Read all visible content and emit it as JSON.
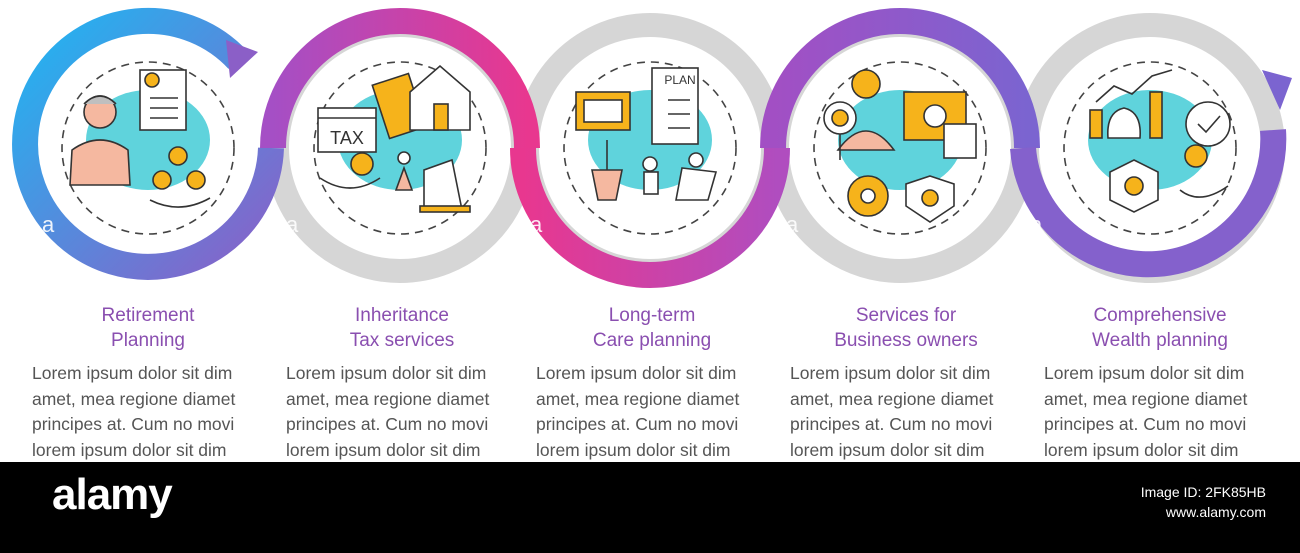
{
  "steps": [
    {
      "title": [
        "Retirement",
        "Planning"
      ],
      "icon": "retirement-planning-icon",
      "body": [
        "Lorem ipsum dolor sit dim",
        "amet, mea regione diamet",
        "principes at. Cum no movi",
        "lorem ipsum dolor sit dim"
      ]
    },
    {
      "title": [
        "Inheritance",
        "Tax services"
      ],
      "icon": "inheritance-tax-icon",
      "badge": "TAX",
      "body": [
        "Lorem ipsum dolor sit dim",
        "amet, mea regione diamet",
        "principes at. Cum no movi",
        "lorem ipsum dolor sit dim"
      ]
    },
    {
      "title": [
        "Long-term",
        "Care planning"
      ],
      "icon": "long-term-care-icon",
      "badge": "PLAN",
      "body": [
        "Lorem ipsum dolor sit dim",
        "amet, mea regione diamet",
        "principes at. Cum no movi",
        "lorem ipsum dolor sit dim"
      ]
    },
    {
      "title": [
        "Services for",
        "Business owners"
      ],
      "icon": "business-services-icon",
      "body": [
        "Lorem ipsum dolor sit dim",
        "amet, mea regione diamet",
        "principes at. Cum no movi",
        "lorem ipsum dolor sit dim"
      ]
    },
    {
      "title": [
        "Comprehensive",
        "Wealth planning"
      ],
      "icon": "wealth-planning-icon",
      "body": [
        "Lorem ipsum dolor sit dim",
        "amet, mea regione diamet",
        "principes at. Cum no movi",
        "lorem ipsum dolor sit dim"
      ]
    }
  ],
  "colors": {
    "blue": "#1fb6f2",
    "purple": "#8b5fc7",
    "magenta": "#e8378f",
    "grey": "#d6d6d6",
    "teal": "#5fd3dc",
    "gold": "#f6b31b",
    "text": "#555555",
    "title": "#8a4fb0"
  },
  "footer": {
    "brand": "alamy",
    "image_id": "Image ID: 2FK85HB",
    "site": "www.alamy.com"
  },
  "watermark": "a"
}
